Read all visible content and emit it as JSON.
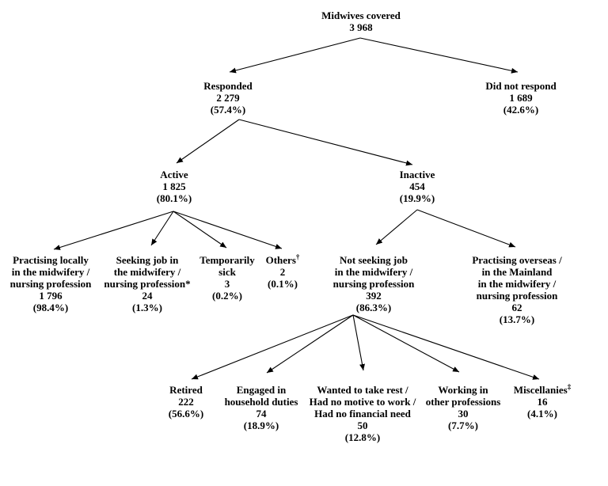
{
  "diagram": {
    "type": "tree",
    "title": "Midwives covered",
    "colors": {
      "background": "#ffffff",
      "text": "#000000",
      "arrow": "#000000"
    }
  },
  "nodes": {
    "midwives": {
      "lines": [
        "Midwives covered",
        "3 968"
      ]
    },
    "responded": {
      "lines": [
        "Responded",
        "2 279",
        "(57.4%)"
      ]
    },
    "did_not_respond": {
      "lines": [
        "Did not respond",
        "1 689",
        "(42.6%)"
      ]
    },
    "active": {
      "lines": [
        "Active",
        "1 825",
        "(80.1%)"
      ]
    },
    "inactive": {
      "lines": [
        "Inactive",
        "454",
        "(19.9%)"
      ]
    },
    "practising_locally": {
      "lines": [
        "Practising locally",
        "in the midwifery /",
        "nursing profession",
        "1 796",
        "(98.4%)"
      ]
    },
    "seeking_job": {
      "lines": [
        "Seeking job in",
        "the midwifery /",
        "nursing profession*",
        "24",
        "(1.3%)"
      ]
    },
    "temporarily_sick": {
      "lines": [
        "Temporarily",
        "sick",
        "3",
        "(0.2%)"
      ]
    },
    "others": {
      "label": "Others",
      "sup": "†",
      "lines": [
        "2",
        "(0.1%)"
      ]
    },
    "not_seeking": {
      "lines": [
        "Not seeking job",
        "in the midwifery /",
        "nursing profession",
        "392",
        "(86.3%)"
      ]
    },
    "practising_overseas": {
      "lines": [
        "Practising overseas /",
        "in the Mainland",
        "in the midwifery /",
        "nursing profession",
        "62",
        "(13.7%)"
      ]
    },
    "retired": {
      "lines": [
        "Retired",
        "222",
        "(56.6%)"
      ]
    },
    "household_duties": {
      "lines": [
        "Engaged in",
        "household duties",
        "74",
        "(18.9%)"
      ]
    },
    "take_rest": {
      "lines": [
        "Wanted to take rest /",
        "Had no motive to work /",
        "Had no financial need",
        "50",
        "(12.8%)"
      ]
    },
    "other_professions": {
      "lines": [
        "Working in",
        "other professions",
        "30",
        "(7.7%)"
      ]
    },
    "miscellanies": {
      "label": "Miscellanies",
      "sup": "‡",
      "lines": [
        "16",
        "(4.1%)"
      ]
    }
  },
  "edges": [
    {
      "from": "Midwives covered",
      "to": "Responded"
    },
    {
      "from": "Midwives covered",
      "to": "Did not respond"
    },
    {
      "from": "Responded",
      "to": "Active"
    },
    {
      "from": "Responded",
      "to": "Inactive"
    },
    {
      "from": "Active",
      "to": "Practising locally in the midwifery / nursing profession"
    },
    {
      "from": "Active",
      "to": "Seeking job in the midwifery / nursing profession*"
    },
    {
      "from": "Active",
      "to": "Temporarily sick"
    },
    {
      "from": "Active",
      "to": "Others†"
    },
    {
      "from": "Inactive",
      "to": "Not seeking job in the midwifery / nursing profession"
    },
    {
      "from": "Inactive",
      "to": "Practising overseas / in the Mainland in the midwifery / nursing profession"
    },
    {
      "from": "Not seeking job in the midwifery / nursing profession",
      "to": "Retired"
    },
    {
      "from": "Not seeking job in the midwifery / nursing profession",
      "to": "Engaged in household duties"
    },
    {
      "from": "Not seeking job in the midwifery / nursing profession",
      "to": "Wanted to take rest / Had no motive to work / Had no financial need"
    },
    {
      "from": "Not seeking job in the midwifery / nursing profession",
      "to": "Working in other professions"
    },
    {
      "from": "Not seeking job in the midwifery / nursing profession",
      "to": "Miscellanies‡"
    }
  ]
}
